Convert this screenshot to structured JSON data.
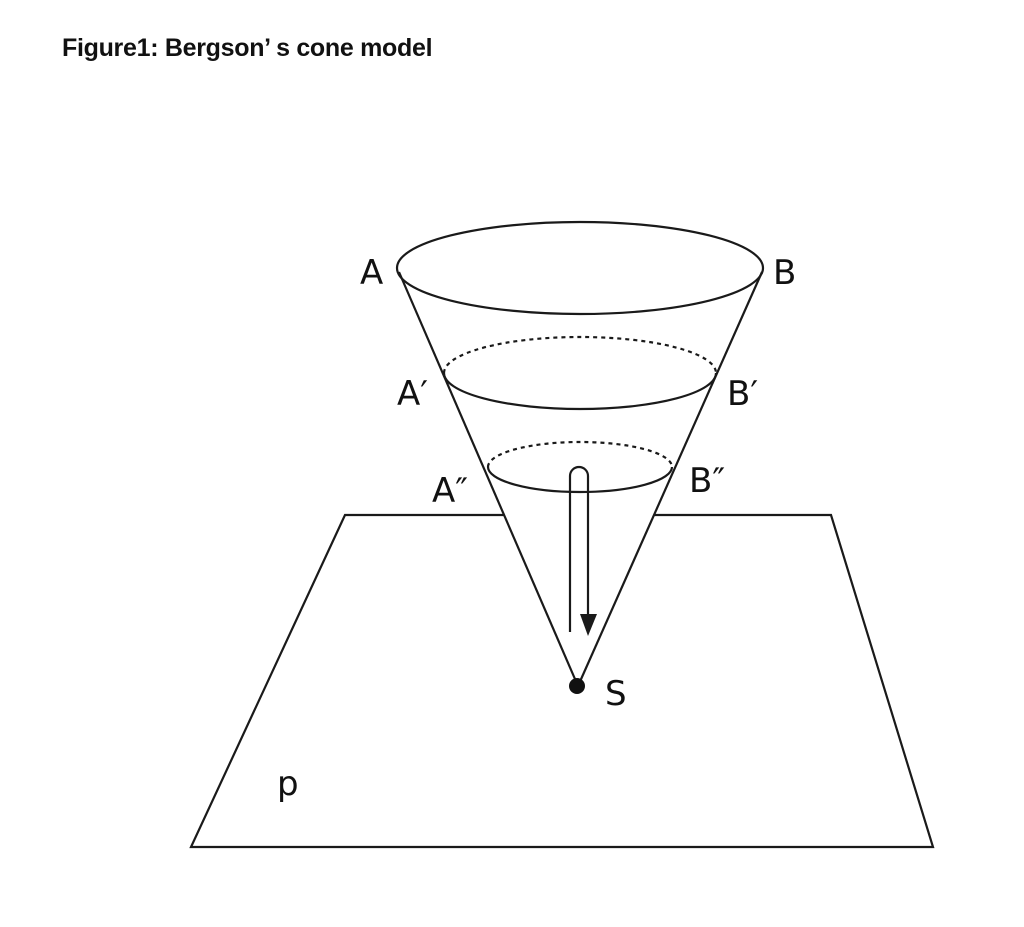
{
  "title": "Figure1: Bergson’ s cone model",
  "colors": {
    "stroke": "#1a1a1a",
    "text": "#111111",
    "background": "#ffffff"
  },
  "labels": {
    "A": "A",
    "B": "B",
    "A1": "A′",
    "B1": "B′",
    "A2": "A″",
    "B2": "B″",
    "S": "S",
    "P": "p"
  }
}
